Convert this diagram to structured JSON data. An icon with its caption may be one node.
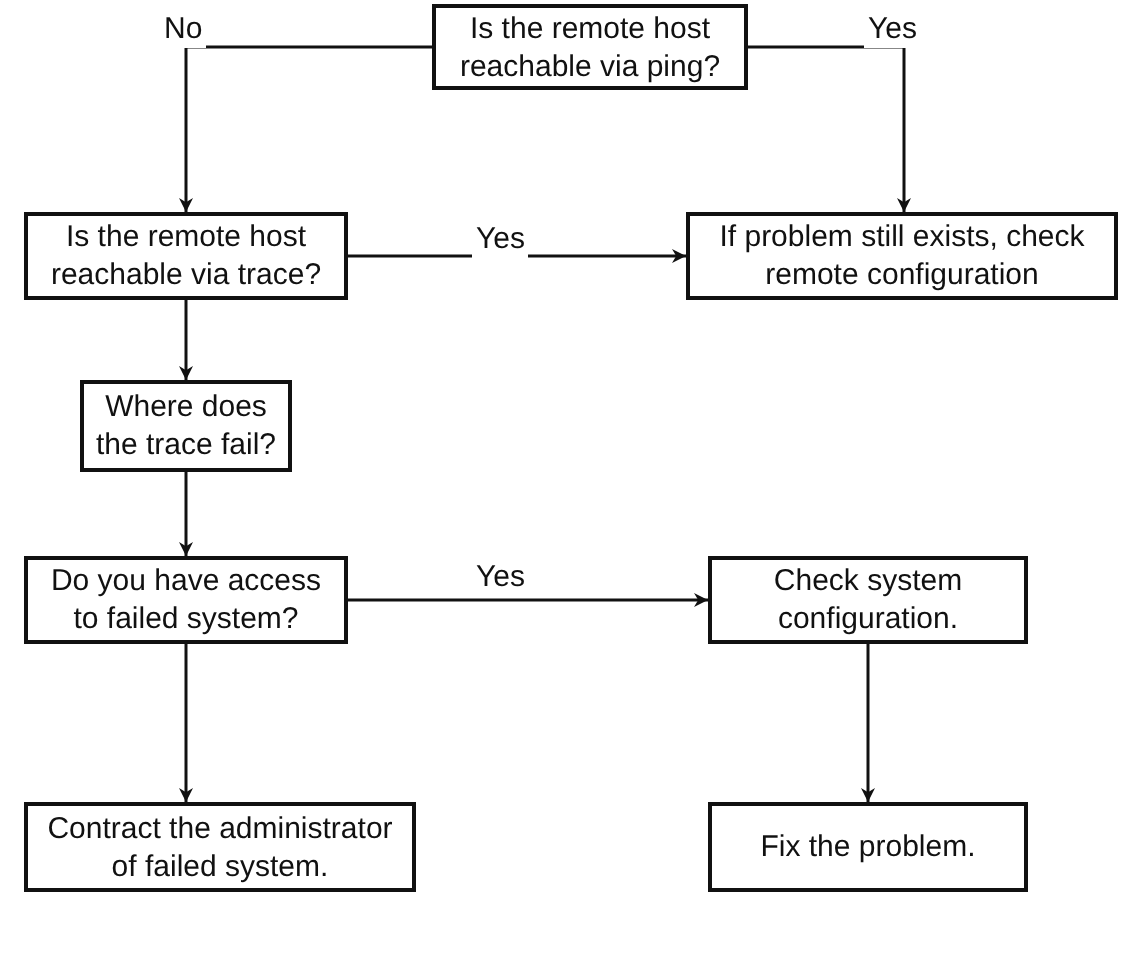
{
  "diagram": {
    "nodes": [
      {
        "text": [
          "Is the remote host reachable via ping?"
        ]
      },
      {
        "text": [
          "Is the remote host reachable via trace?"
        ]
      },
      {
        "text": [
          "If problem still exists, check remote configuration"
        ]
      },
      {
        "text": [
          "Where does the trace fail?"
        ]
      },
      {
        "text": [
          "Do you have access to failed system?"
        ]
      },
      {
        "text": [
          "Check system configuration."
        ]
      },
      {
        "text": [
          "Contract the administrator of failed system."
        ]
      },
      {
        "text": [
          "Fix the problem."
        ]
      }
    ],
    "edges": [
      {
        "from": 0,
        "to": 1,
        "arrow": "to",
        "label": "No"
      },
      {
        "from": 0,
        "to": 2,
        "arrow": "to",
        "label": "Yes"
      },
      {
        "from": 1,
        "to": 2,
        "arrow": "to",
        "label": "Yes"
      },
      {
        "from": 1,
        "to": 3,
        "arrow": "to"
      },
      {
        "from": 3,
        "to": 4,
        "arrow": "to"
      },
      {
        "from": 4,
        "to": 5,
        "arrow": "to",
        "label": "Yes"
      },
      {
        "from": 4,
        "to": 6,
        "arrow": "to"
      },
      {
        "from": 5,
        "to": 7,
        "arrow": "to"
      }
    ]
  }
}
